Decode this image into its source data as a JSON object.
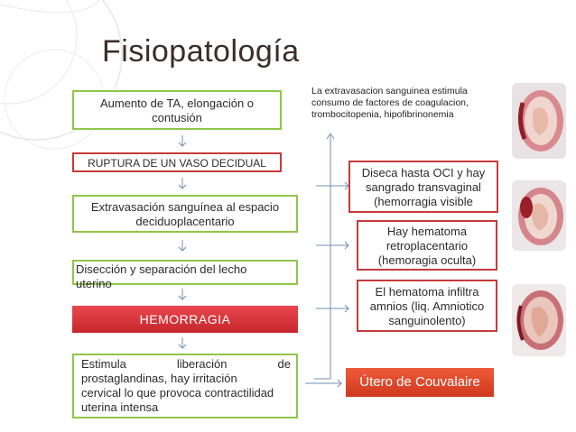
{
  "title": "Fisiopatología",
  "left_flow": {
    "box1": [
      "Aumento de TA, elongación o",
      "contusión"
    ],
    "box2": "RUPTURA DE UN VASO DECIDUAL",
    "box3": [
      "Extravasación sanguínea al espacio",
      "deciduoplacentario"
    ],
    "box4": [
      "Disección y separación del lecho",
      "uterino"
    ],
    "box5": "HEMORRAGIA",
    "box6": [
      "Estimula liberación de",
      "prostaglandinas, hay irritación",
      "cervical lo que provoca contractilidad",
      "uterina intensa"
    ]
  },
  "right_flow": {
    "note": [
      "La extravasacion sanguinea estimula",
      "consumo de factores de coagulacion,",
      "trombocitopenia, hipofibrinonemia"
    ],
    "box_a": [
      "Diseca hasta OCI y hay",
      "sangrado transvaginal",
      "(hemorragia visible"
    ],
    "box_b": [
      "Hay hematoma",
      "retroplacentario",
      "(hemoragia oculta)"
    ],
    "box_c": [
      "El hematoma infiltra",
      "amnios (liq. Amniotico",
      "sanguinolento)"
    ],
    "box_d": "Útero de Couvalaire"
  },
  "colors": {
    "green_border": "#8fc54a",
    "red_border": "#c43b3b",
    "hemorrhage_fill": "#d8343b",
    "couvelaire_fill": "#df4a2c"
  },
  "icons": [
    "down-arrow-icon",
    "right-arrow-icon",
    "up-arrow-icon",
    "uterus-illustration"
  ]
}
